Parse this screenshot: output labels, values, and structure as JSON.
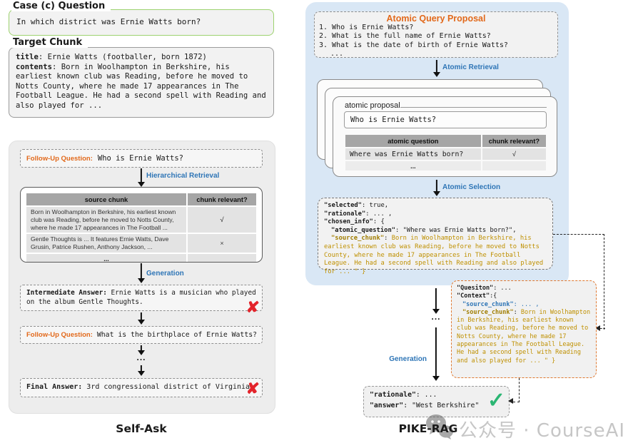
{
  "case_question": {
    "heading": "Case (c) Question",
    "text": "In which district was Ernie Watts born?"
  },
  "target_chunk": {
    "heading": "Target Chunk",
    "title_key": "title",
    "title_value": ": Ernie Watts (footballer, born 1872)",
    "contents_key": "contents",
    "contents_value": ": Born in Woolhampton in Berkshire, his earliest known club was Reading, before he moved to Notts County, where he made 17 appearances in The Football League. He had a second spell with Reading and also played for ..."
  },
  "self_ask": {
    "label": "Self-Ask",
    "followup1_key": "Follow-Up Question:",
    "followup1_value": "Who is Ernie Watts?",
    "arrow1_label": "Hierarchical Retrieval",
    "table": {
      "headers": [
        "source chunk",
        "chunk relevant?"
      ],
      "rows": [
        {
          "chunk": "Born in Woolhampton in Berkshire, his earliest known club was Reading, before he moved to Notts County, where he made 17 appearances in The Football ...",
          "relevant": "√"
        },
        {
          "chunk": "Gentle Thoughts is ... It features Ernie Watts, Dave Grusin, Patrice Rushen, Anthony Jackson, ...",
          "relevant": "×"
        },
        {
          "chunk": "...",
          "relevant": ""
        }
      ]
    },
    "arrow2_label": "Generation",
    "intermediate_key": "Intermediate Answer:",
    "intermediate_value": " Ernie Watts is a musician who played on the album Gentle Thoughts.",
    "followup2_key": "Follow-Up Question:",
    "followup2_value": "What is the birthplace of Ernie Watts?",
    "ellipsis": "...",
    "final_key": "Final Answer:",
    "final_value": " 3rd congressional district of Virginia.",
    "wrong_mark": "✘"
  },
  "pike": {
    "label": "PIKE-RAG",
    "proposal": {
      "title": "Atomic Query Proposal",
      "items": [
        "1. Who is Ernie Watts?",
        "2. What is the full name of Ernie Watts?",
        "3. What is the date of birth of Ernie Watts?",
        "..."
      ]
    },
    "arrow1_label": "Atomic Retrieval",
    "card": {
      "label": "atomic proposal",
      "input_value": "Who is Ernie Watts?",
      "table": {
        "headers": [
          "atomic question",
          "chunk relevant?"
        ],
        "rows": [
          {
            "q": "Where was Ernie Watts born?",
            "relevant": "√"
          },
          {
            "q": "...",
            "relevant": ""
          }
        ]
      }
    },
    "arrow2_label": "Atomic Selection",
    "selection": {
      "k_selected": "\"selected\"",
      "v_selected": ": true,",
      "k_rationale": "\"rationale\"",
      "v_rationale": ": ... ,",
      "k_chosen": "\"chosen_info\"",
      "v_chosen": ": {",
      "k_aq": "\"atomic_question\"",
      "v_aq": ": \"Where was Ernie Watts born?\",",
      "k_sc": "\"source_chunk\"",
      "colon": ": ",
      "gold_text": "Born in Woolhampton in Berkshire, his earliest known club was Reading, before he moved to Notts County, where he made 17 appearances in The Football League. He had a second spell with Reading and also played for ... \" }"
    },
    "ellipsis": "...",
    "arrow3_label": "Generation",
    "context_box": {
      "k_question": "\"Quesiton\"",
      "v_question": ": ...",
      "k_context": "\"Context\"",
      "v_context": ":{",
      "k_sc1": "\"source_chunk\"",
      "v_sc1": ": ... ,",
      "k_sc2": "\"source_chunk\"",
      "colon": ": ",
      "gold_text": "Born in Woolhampton in Berkshire, his earliest known club was Reading, before he moved to Notts County, where he made 17 appearances in The Football League. He had a second spell with Reading and also played for ... \" }"
    },
    "answer_box": {
      "k_rationale": "\"rationale\"",
      "v_rationale": ": ...",
      "k_answer": "\"answer\"",
      "v_answer": ": \"West Berkshire\"",
      "check": "✓"
    }
  },
  "watermark": {
    "text": "公众号 · CourseAI"
  }
}
